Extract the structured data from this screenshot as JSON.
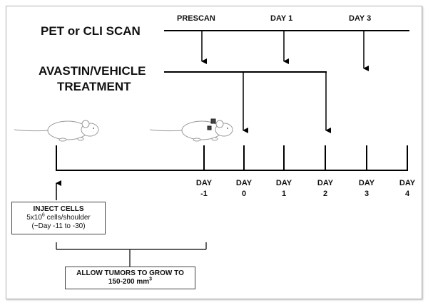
{
  "scan": {
    "label": "PET or CLI SCAN",
    "timepoints": [
      "PRESCAN",
      "DAY 1",
      "DAY 3"
    ]
  },
  "treatment": {
    "label_line1": "AVASTIN/VEHICLE",
    "label_line2": "TREATMENT"
  },
  "timeline": {
    "days": [
      {
        "day": "DAY",
        "num": "-1"
      },
      {
        "day": "DAY",
        "num": "0"
      },
      {
        "day": "DAY",
        "num": "1"
      },
      {
        "day": "DAY",
        "num": "2"
      },
      {
        "day": "DAY",
        "num": "3"
      },
      {
        "day": "DAY",
        "num": "4"
      }
    ]
  },
  "inject": {
    "title": "INJECT CELLS",
    "line2_pre": "5x10",
    "line2_sup": "6",
    "line2_post": " cells/shoulder",
    "line3": "(~Day -11 to -30)"
  },
  "allow": {
    "line1": "ALLOW TUMORS TO GROW TO",
    "line2_pre": "150-200 mm",
    "line2_sup": "3"
  },
  "colors": {
    "line": "#000000",
    "mouse_fill": "#ffffff",
    "mouse_stroke": "#9a9a9a",
    "tumor": "#444444"
  }
}
